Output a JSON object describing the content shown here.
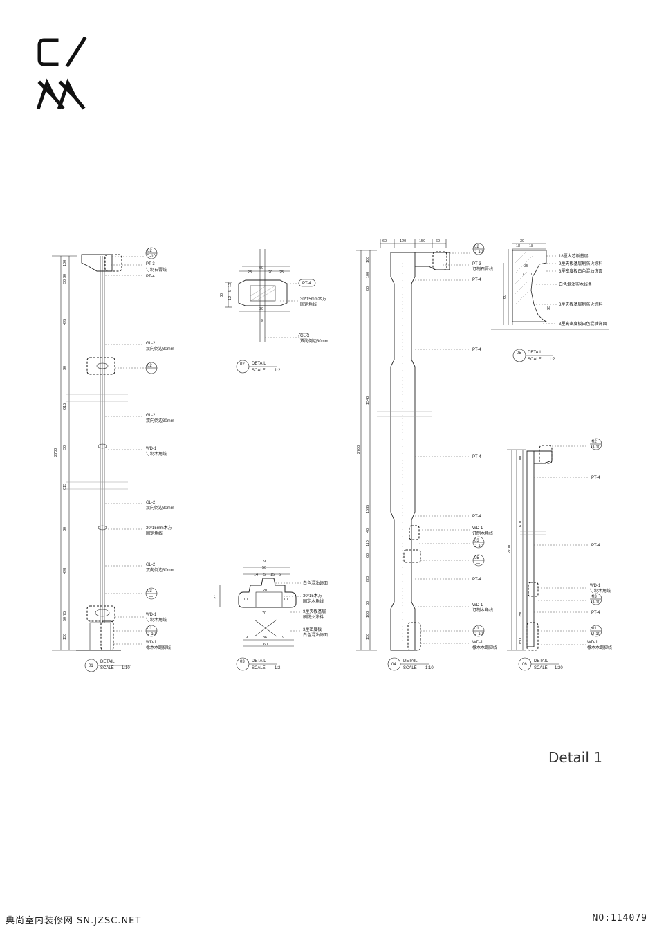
{
  "logo": {
    "line1": "C/",
    "line2": "AA"
  },
  "sheet_title": "Detail 1",
  "footer": {
    "left": "典尚室内装修网 SN.JZSC.NET",
    "right": "NO:114079"
  },
  "details": [
    {
      "num": "01",
      "label": "DETAIL",
      "scale_label": "SCALE",
      "scale": "1:10"
    },
    {
      "num": "02",
      "label": "DETAIL",
      "scale_label": "SCALE",
      "scale": "1:2"
    },
    {
      "num": "03",
      "label": "DETAIL",
      "scale_label": "SCALE",
      "scale": "1:2"
    },
    {
      "num": "04",
      "label": "DETAIL",
      "scale_label": "SCALE",
      "scale": "1:10"
    },
    {
      "num": "05",
      "label": "DETAIL",
      "scale_label": "SCALE",
      "scale": "1:2"
    },
    {
      "num": "06",
      "label": "DETAIL",
      "scale_label": "SCALE",
      "scale": "1:20"
    }
  ],
  "d01": {
    "dims": [
      "100",
      "30",
      "50",
      "495",
      "30",
      "615",
      "2700",
      "30",
      "615",
      "30",
      "498",
      "75",
      "50",
      "150"
    ],
    "callouts": [
      {
        "a": "02",
        "b": "D-10"
      },
      {
        "a": "PT-3",
        "b": "订制石膏线"
      },
      {
        "a": "PT-4",
        "b": ""
      },
      {
        "a": "GL-2",
        "b": "双向倒边30mm"
      },
      {
        "a": "02",
        "b": "—"
      },
      {
        "a": "GL-2",
        "b": "双向倒边30mm"
      },
      {
        "a": "WD-1",
        "b": "订制木角线"
      },
      {
        "a": "GL-2",
        "b": "双向倒边30mm"
      },
      {
        "a": "30*15mm木方",
        "b": "固定角线"
      },
      {
        "a": "GL-2",
        "b": "双向倒边30mm"
      },
      {
        "a": "03",
        "b": "—"
      },
      {
        "a": "WD-1",
        "b": "订制木角线"
      },
      {
        "a": "01",
        "b": "D-10"
      },
      {
        "a": "WD-1",
        "b": "橡木木踢脚线"
      }
    ]
  },
  "d02": {
    "dims": [
      "60",
      "23",
      "20",
      "25",
      "30",
      "13",
      "5",
      "12",
      "30",
      "9"
    ],
    "callouts": [
      {
        "a": "PT-4",
        "b": ""
      },
      {
        "a": "30*15mm木方",
        "b": "固定角线"
      },
      {
        "a": "GL-2",
        "b": "双向倒边30mm"
      }
    ]
  },
  "d03": {
    "dims": [
      "9",
      "50",
      "14",
      "5",
      "15",
      "5",
      "20",
      "27",
      "10",
      "10",
      "70",
      "9",
      "36",
      "9",
      "60"
    ],
    "callouts": [
      {
        "a": "白色混油饰面",
        "b": ""
      },
      {
        "a": "30*15木方",
        "b": "固定木角线"
      },
      {
        "a": "9厘夹板基层",
        "b": "刷防火涂料"
      },
      {
        "a": "3厘密度板",
        "b": "白色混油饰面"
      }
    ]
  },
  "d04": {
    "dims_top": [
      "60",
      "120",
      "150",
      "60"
    ],
    "dims": [
      "100",
      "100",
      "80",
      "1540",
      "2700",
      "1535",
      "40",
      "110",
      "60",
      "220",
      "60",
      "100",
      "150"
    ],
    "callouts": [
      {
        "a": "02",
        "b": "D-10"
      },
      {
        "a": "PT-3",
        "b": "订制石膏线"
      },
      {
        "a": "PT-4",
        "b": ""
      },
      {
        "a": "PT-4",
        "b": ""
      },
      {
        "a": "PT-4",
        "b": ""
      },
      {
        "a": "PT-4",
        "b": ""
      },
      {
        "a": "WD-1",
        "b": "订制木角线"
      },
      {
        "a": "03",
        "b": "D-10"
      },
      {
        "a": "05",
        "b": "—"
      },
      {
        "a": "PT-4",
        "b": ""
      },
      {
        "a": "WD-1",
        "b": "订制木角线"
      },
      {
        "a": "01",
        "b": "D-10"
      },
      {
        "a": "WD-1",
        "b": "橡木木踢脚线"
      }
    ]
  },
  "d05": {
    "dims": [
      "30",
      "18",
      "18",
      "35",
      "17",
      "10",
      "60",
      "35"
    ],
    "callouts": [
      {
        "a": "18厘大芯板基层",
        "b": ""
      },
      {
        "a": "9厘夹板基层刷防火涂料",
        "b": ""
      },
      {
        "a": "3厘密度板白色混油饰面",
        "b": ""
      },
      {
        "a": "白色混油实木线条",
        "b": ""
      },
      {
        "a": "3厘夹板基层刷防火涂料",
        "b": ""
      },
      {
        "a": "3厘高密度板白色混油饰面",
        "b": ""
      }
    ]
  },
  "d06": {
    "dims": [
      "100",
      "1610",
      "2700",
      "290",
      "150"
    ],
    "callouts": [
      {
        "a": "02",
        "b": "D-10"
      },
      {
        "a": "PT-4",
        "b": ""
      },
      {
        "a": "PT-4",
        "b": ""
      },
      {
        "a": "WD-1",
        "b": "订制木角线"
      },
      {
        "a": "03",
        "b": "D-10"
      },
      {
        "a": "PT-4",
        "b": ""
      },
      {
        "a": "01",
        "b": "D-10"
      },
      {
        "a": "WD-1",
        "b": "橡木木踢脚线"
      }
    ]
  }
}
